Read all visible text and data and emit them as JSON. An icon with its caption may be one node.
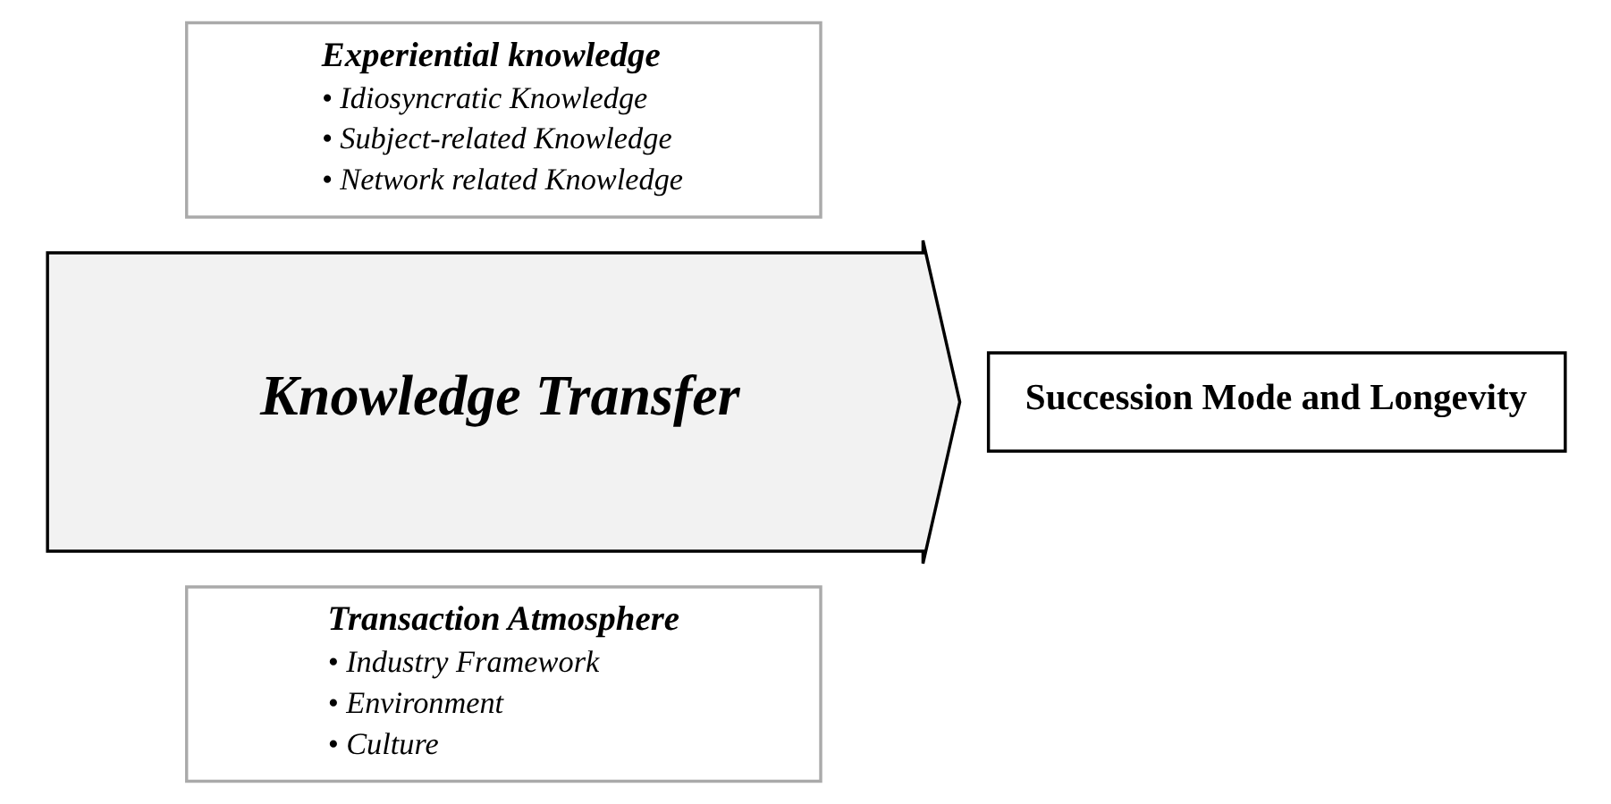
{
  "diagram": {
    "nodes": [
      {
        "text": [
          "Experiential knowledge",
          "• Idiosyncratic Knowledge",
          "• Subject-related Knowledge",
          "• Network related Knowledge"
        ]
      },
      {
        "text": [
          "Knowledge Transfer"
        ]
      },
      {
        "text": [
          "Succession Mode and Longevity"
        ]
      },
      {
        "text": [
          "Transaction Atmosphere",
          "• Industry Framework",
          "• Environment",
          "• Culture"
        ]
      }
    ],
    "edges": []
  }
}
